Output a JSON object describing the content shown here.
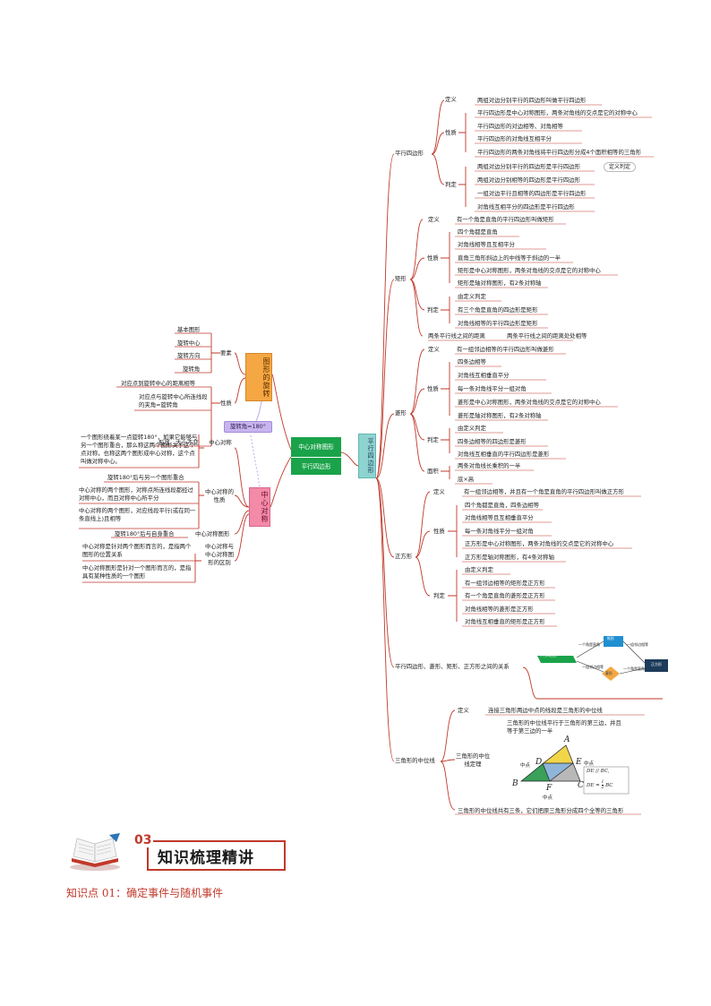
{
  "center": {
    "line1": "中心对称图形",
    "line2": "平行四边形"
  },
  "parallelogram_node": "平行四边形",
  "rotation_node": "图形的旋转",
  "central_sym_node": "中心对称",
  "rotation_angle_pill": "旋转角=180°",
  "rotation": {
    "elements_label": "要素",
    "elements": [
      "基本图形",
      "旋转中心",
      "旋转方向",
      "旋转角"
    ],
    "properties_label": "性质",
    "properties": [
      "对应点到旋转中心的距离相等",
      "对应点与旋转中心所连线段的夹角=旋转角",
      "形状、大小不变"
    ]
  },
  "central": {
    "def_label": "中心对称",
    "def_text": "一个图形绕着某一点旋转180°，如果它能够与另一个图形重合，那么称这两个图形关于这个点对称，也称这两个图形成中心对称，这个点叫做对称中心。",
    "prop_label": "中心对称的性质",
    "props": [
      "旋转180°后与另一个图形重合",
      "中心对称的两个图形，对称点所连线段都经过对称中心，而且对称中心所平分",
      "中心对称的两个图形，对应线段平行(或在同一条直线上)且相等"
    ],
    "fig_label": "中心对称图形",
    "fig_text": "旋转180°后与自身重合",
    "diff_label": "中心对称与中心对称图形的区别",
    "diffs": [
      "中心对称是针对两个图形而言的，是指两个图形的位置关系",
      "中心对称图形是针对一个图形而言的，是指具有某种性质的一个图形"
    ]
  },
  "right": {
    "pgram": {
      "label": "平行四边形",
      "def_label": "定义",
      "def": "两组对边分别平行的四边形叫做平行四边形",
      "prop_label": "性质",
      "props": [
        "平行四边形是中心对称图形，两条对角线的交点是它的对称中心",
        "平行四边形的对边相等、对角相等",
        "平行四边形的对角线互相平分",
        "平行四边形的两条对角线将平行四边形分成4个面积相等的三角形"
      ],
      "judge_label": "判定",
      "judges": [
        "两组对边分别平行的四边形是平行四边形",
        "两组对边分别相等的四边形是平行四边形",
        "一组对边平行且相等的四边形是平行四边形",
        "对角线互相平分的四边形是平行四边形"
      ],
      "pill": "定义判定"
    },
    "rect": {
      "label": "矩形",
      "def_label": "定义",
      "def": "有一个角是直角的平行四边形叫做矩形",
      "prop_label": "性质",
      "props": [
        "四个角都是直角",
        "对角线相等且互相平分",
        "直角三角形斜边上的中线等于斜边的一半",
        "矩形是中心对称图形，两条对角线的交点是它的对称中心",
        "矩形是轴对称图形，有2条对称轴"
      ],
      "judge_label": "判定",
      "judges": [
        "由定义判定",
        "有三个角是直角的四边形是矩形",
        "对角线相等的平行四边形是矩形"
      ],
      "dist_label": "两条平行线之间的距离",
      "dist": "两条平行线之间的距离处处相等"
    },
    "rhombus": {
      "label": "菱形",
      "def_label": "定义",
      "def": "有一组邻边相等的平行四边形叫做菱形",
      "prop_label": "性质",
      "props": [
        "四条边相等",
        "对角线互相垂直平分",
        "每一条对角线平分一组对角",
        "菱形是中心对称图形，两条对角线的交点是它的对称中心",
        "菱形是轴对称图形，有2条对称轴"
      ],
      "judge_label": "判定",
      "judges": [
        "由定义判定",
        "四条边相等的四边形是菱形",
        "对角线互相垂直的平行四边形是菱形"
      ],
      "area_label": "面积",
      "areas": [
        "两条对角线长乘积的一半",
        "底×高"
      ]
    },
    "square": {
      "label": "正方形",
      "def_label": "定义",
      "def": "有一组邻边相等，并且有一个角是直角的平行四边形叫做正方形",
      "prop_label": "性质",
      "props": [
        "四个角都是直角，四条边相等",
        "对角线相等且互相垂直平分",
        "每一条对角线平分一组对角",
        "正方形是中心对称图形，两条对角线的交点是它的对称中心",
        "正方形是轴对称图形，有4条对称轴"
      ],
      "judge_label": "判定",
      "judges": [
        "由定义判定",
        "有一组邻边相等的矩形是正方形",
        "有一个角是直角的菱形是正方形",
        "对角线相等的菱形是正方形",
        "对角线互相垂直的矩形是正方形"
      ]
    },
    "relation": {
      "label": "平行四边形、菱形、矩形、正方形之间的关系",
      "boxes": [
        "平行四边形",
        "矩形",
        "菱形",
        "正方形"
      ],
      "arrows": [
        "一个角是直角",
        "一组邻边相等",
        "一组邻边相等",
        "一个角是直角"
      ]
    },
    "midline": {
      "label": "三角形的中位线",
      "def_label": "定义",
      "def": "连接三角形两边中点的线段是三角形的中位线",
      "theorem_label": "三角形的中位线定理",
      "theorem": "三角形的中位线平行于三角形的第三边，并且等于第三边的一半",
      "fig": {
        "A": "A",
        "B": "B",
        "C": "C",
        "D": "D",
        "E": "E",
        "F": "F",
        "mid": "中点",
        "f1": "DE // BC,",
        "f2": "DE = ",
        "f2b": "BC"
      },
      "last": "三角形的中位线共有三条，它们把原三角形分成四个全等的三角形"
    }
  },
  "header": {
    "num": "03",
    "title": "知识梳理精讲"
  },
  "subheading": "知识点 01：确定事件与随机事件",
  "colors": {
    "line": "#c0392b",
    "center_green": "#1aa34a",
    "teal": "#8fd3d0",
    "orange_box": "#f4a742",
    "pink_box": "#f38aa8",
    "pill_purple": "#c9b5ee"
  }
}
